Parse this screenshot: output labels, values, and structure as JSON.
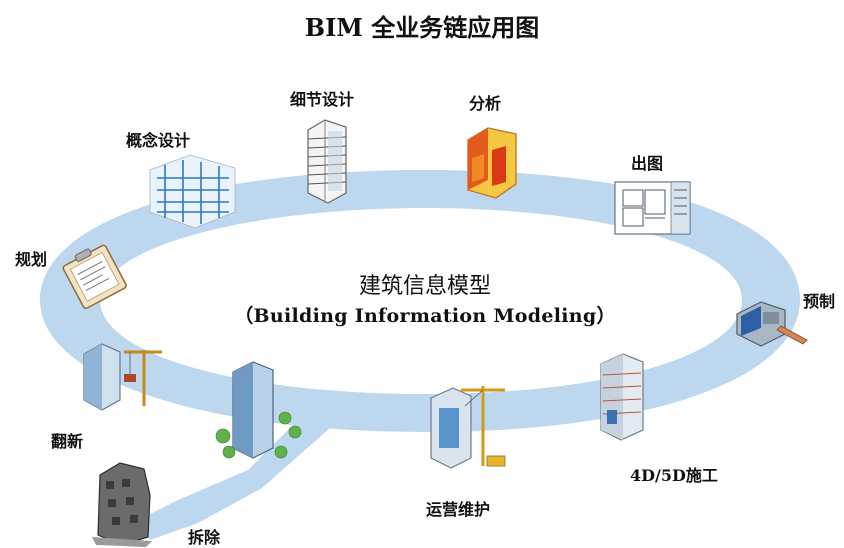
{
  "title": "BIM 全业务链应用图",
  "center": {
    "title": "建筑信息模型",
    "subtitle": "（Building Information Modeling）"
  },
  "stages": [
    {
      "id": "planning",
      "label": "规划",
      "icon": "clipboard-icon"
    },
    {
      "id": "concept",
      "label": "概念设计",
      "icon": "wireframe-building-icon"
    },
    {
      "id": "detail",
      "label": "细节设计",
      "icon": "detailed-tower-icon"
    },
    {
      "id": "analysis",
      "label": "分析",
      "icon": "analysis-model-icon"
    },
    {
      "id": "drawing",
      "label": "出图",
      "icon": "floorplan-sheet-icon"
    },
    {
      "id": "prefab",
      "label": "预制",
      "icon": "prefab-machine-icon"
    },
    {
      "id": "construction",
      "label": "4D/5D施工",
      "icon": "building-under-construction-icon"
    },
    {
      "id": "operation",
      "label": "运营维护",
      "icon": "building-with-crane-icon"
    },
    {
      "id": "demolition",
      "label": "拆除",
      "icon": "demolished-building-icon"
    },
    {
      "id": "renovation",
      "label": "翻新",
      "icon": "renovation-building-icon"
    }
  ],
  "colors": {
    "ring": "#bdd7ee",
    "text": "#111111"
  }
}
